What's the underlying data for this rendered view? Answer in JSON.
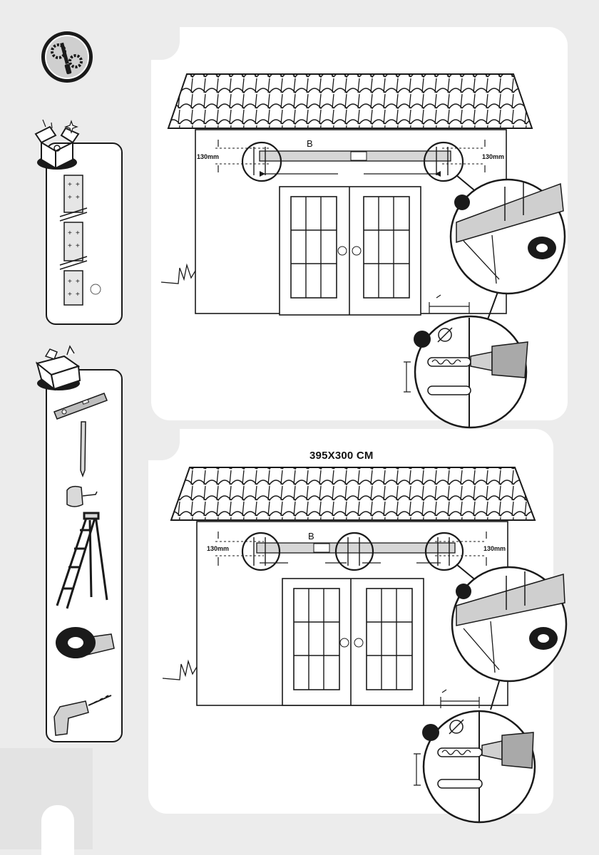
{
  "colors": {
    "background": "#ececec",
    "panel": "#ffffff",
    "line": "#1a1a1a",
    "rail": "#d6d6d6"
  },
  "icons": {
    "tools_badge": "gears-screwdriver-icon",
    "box_contents": "open-box-icon",
    "toolbox": "toolbox-icon",
    "level": "spirit-level-icon",
    "pencil": "pencil-icon",
    "tape": "tape-measure-icon",
    "ladder": "step-ladder-icon",
    "roll": "adhesive-tape-roll-icon",
    "drill": "power-drill-icon"
  },
  "step1": {
    "part_label": "B",
    "left_measure": "130mm",
    "right_measure": "130mm"
  },
  "step2": {
    "title": "395X300 CM",
    "part_label": "B",
    "left_measure": "130mm",
    "right_measure": "130mm"
  },
  "drill_symbol": "Ø"
}
